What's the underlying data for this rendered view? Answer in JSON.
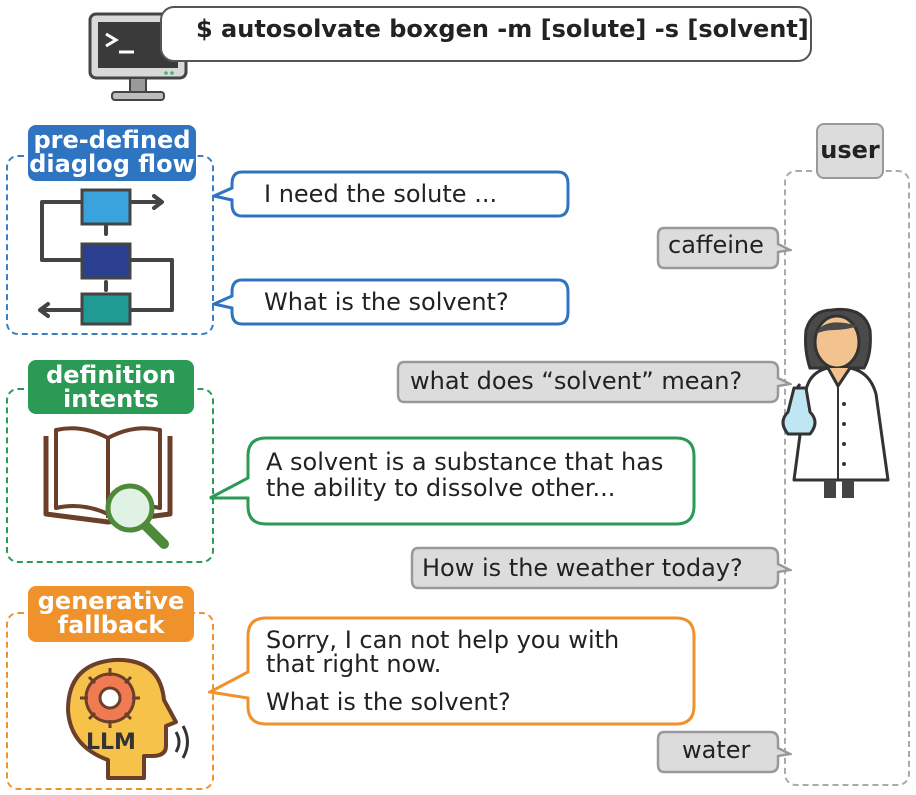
{
  "command": "$ autosolvate boxgen -m [solute] -s [solvent]",
  "sections": {
    "dialog_flow": {
      "label": "pre-defined diaglog flow",
      "line1": "pre-defined",
      "line2": "diaglog flow"
    },
    "definition": {
      "label": "definition intents",
      "line1": "definition",
      "line2": "intents"
    },
    "fallback": {
      "label": "generative fallback",
      "line1": "generative",
      "line2": "fallback",
      "llm_label": "LLM"
    }
  },
  "user_label": "user",
  "bot_messages": {
    "solute": "I need the solute ...",
    "solvent_q1": "What is the solvent?",
    "definition_line1": "A solvent is a substance that has",
    "definition_line2": "the ability to dissolve other...",
    "fallback_line1": "Sorry, I can not help you with",
    "fallback_line2": "that right now.",
    "fallback_line3": "What is the solvent?"
  },
  "user_messages": {
    "caffeine": "caffeine",
    "what_solvent": "what does “solvent” mean?",
    "weather": "How is the weather today?",
    "water": "water"
  },
  "colors": {
    "blue": "#2f74c0",
    "green": "#2a9a55",
    "orange": "#f0922b",
    "grey_bubble": "#dcdcdc"
  }
}
